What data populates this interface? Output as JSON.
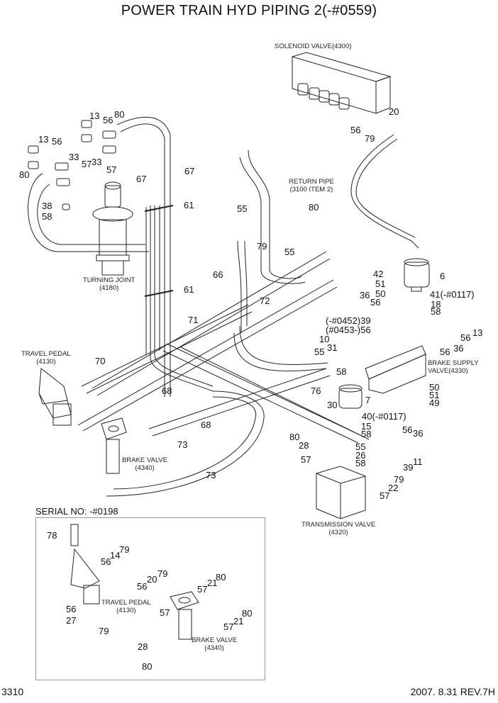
{
  "title": "POWER TRAIN HYD PIPING 2(-#0559)",
  "footer": {
    "page_number": "3310",
    "date_rev": "2007. 8.31  REV.7H"
  },
  "serial_section": {
    "label": "SERIAL NO: -#0198"
  },
  "components": {
    "solenoid_valve": "SOLENOID VALVE(4300)",
    "return_pipe": [
      "RETURN PIPE",
      "(3100 ITEM 2)"
    ],
    "turning_joint": [
      "TURNING JOINT",
      "(4180)"
    ],
    "travel_pedal": [
      "TRAVEL PEDAL",
      "(4130)"
    ],
    "brake_valve": [
      "BRAKE VALVE",
      "(4340)"
    ],
    "brake_supply_valve": [
      "BRAKE SUPPLY",
      "VALVE(4330)"
    ],
    "transmission_valve": [
      "TRANSMISSION VALVE",
      "(4320)"
    ],
    "inset_travel_pedal": [
      "TRAVEL PEDAL",
      "(4130)"
    ],
    "inset_brake_valve": [
      "BRAKE VALVE",
      "(4340)"
    ]
  },
  "callouts": [
    {
      "id": "c1",
      "text": "13"
    },
    {
      "id": "c2",
      "text": "56"
    },
    {
      "id": "c3",
      "text": "80"
    },
    {
      "id": "c4",
      "text": "13"
    },
    {
      "id": "c5",
      "text": "56"
    },
    {
      "id": "c6",
      "text": "33"
    },
    {
      "id": "c7",
      "text": "33"
    },
    {
      "id": "c8",
      "text": "57"
    },
    {
      "id": "c9",
      "text": "57"
    },
    {
      "id": "c10",
      "text": "80"
    },
    {
      "id": "c11",
      "text": "67"
    },
    {
      "id": "c12",
      "text": "67"
    },
    {
      "id": "c13",
      "text": "38"
    },
    {
      "id": "c14",
      "text": "58"
    },
    {
      "id": "c15",
      "text": "61"
    },
    {
      "id": "c16",
      "text": "61"
    },
    {
      "id": "c17",
      "text": "20"
    },
    {
      "id": "c18",
      "text": "56"
    },
    {
      "id": "c19",
      "text": "79"
    },
    {
      "id": "c20",
      "text": "55"
    },
    {
      "id": "c21",
      "text": "79"
    },
    {
      "id": "c22",
      "text": "80"
    },
    {
      "id": "c23",
      "text": "55"
    },
    {
      "id": "c24",
      "text": "66"
    },
    {
      "id": "c25",
      "text": "42"
    },
    {
      "id": "c26",
      "text": "6"
    },
    {
      "id": "c27",
      "text": "51"
    },
    {
      "id": "c28",
      "text": "50"
    },
    {
      "id": "c29",
      "text": "41(-#0117)"
    },
    {
      "id": "c30",
      "text": "36"
    },
    {
      "id": "c31",
      "text": "56"
    },
    {
      "id": "c32",
      "text": "18"
    },
    {
      "id": "c33",
      "text": "58"
    },
    {
      "id": "c34",
      "text": "72"
    },
    {
      "id": "c35",
      "text": "71"
    },
    {
      "id": "c36",
      "text": "(-#0452)39"
    },
    {
      "id": "c37",
      "text": "(#0453-)56"
    },
    {
      "id": "c38",
      "text": "10"
    },
    {
      "id": "c39",
      "text": "31"
    },
    {
      "id": "c40",
      "text": "55"
    },
    {
      "id": "c41",
      "text": "58"
    },
    {
      "id": "c42",
      "text": "13"
    },
    {
      "id": "c43",
      "text": "56"
    },
    {
      "id": "c44",
      "text": "36"
    },
    {
      "id": "c45",
      "text": "56"
    },
    {
      "id": "c46",
      "text": "70"
    },
    {
      "id": "c47",
      "text": "68"
    },
    {
      "id": "c48",
      "text": "68"
    },
    {
      "id": "c49",
      "text": "76"
    },
    {
      "id": "c50",
      "text": "7"
    },
    {
      "id": "c51",
      "text": "50"
    },
    {
      "id": "c52",
      "text": "51"
    },
    {
      "id": "c53",
      "text": "49"
    },
    {
      "id": "c54",
      "text": "30"
    },
    {
      "id": "c55",
      "text": "40(-#0117)"
    },
    {
      "id": "c56",
      "text": "56"
    },
    {
      "id": "c57",
      "text": "36"
    },
    {
      "id": "c58",
      "text": "15"
    },
    {
      "id": "c59",
      "text": "80"
    },
    {
      "id": "c60",
      "text": "58"
    },
    {
      "id": "c61",
      "text": "28"
    },
    {
      "id": "c62",
      "text": "55"
    },
    {
      "id": "c63",
      "text": "26"
    },
    {
      "id": "c64",
      "text": "57"
    },
    {
      "id": "c65",
      "text": "58"
    },
    {
      "id": "c66",
      "text": "39"
    },
    {
      "id": "c67",
      "text": "11"
    },
    {
      "id": "c68",
      "text": "73"
    },
    {
      "id": "c69",
      "text": "73"
    },
    {
      "id": "c70",
      "text": "79"
    },
    {
      "id": "c71",
      "text": "22"
    },
    {
      "id": "c72",
      "text": "57"
    },
    {
      "id": "i1",
      "text": "78"
    },
    {
      "id": "i2",
      "text": "79"
    },
    {
      "id": "i3",
      "text": "14"
    },
    {
      "id": "i4",
      "text": "56"
    },
    {
      "id": "i5",
      "text": "79"
    },
    {
      "id": "i6",
      "text": "20"
    },
    {
      "id": "i7",
      "text": "56"
    },
    {
      "id": "i8",
      "text": "56"
    },
    {
      "id": "i9",
      "text": "27"
    },
    {
      "id": "i10",
      "text": "79"
    },
    {
      "id": "i11",
      "text": "80"
    },
    {
      "id": "i12",
      "text": "21"
    },
    {
      "id": "i13",
      "text": "57"
    },
    {
      "id": "i14",
      "text": "80"
    },
    {
      "id": "i15",
      "text": "21"
    },
    {
      "id": "i16",
      "text": "57"
    },
    {
      "id": "i17",
      "text": "57"
    },
    {
      "id": "i18",
      "text": "28"
    },
    {
      "id": "i19",
      "text": "80"
    }
  ]
}
